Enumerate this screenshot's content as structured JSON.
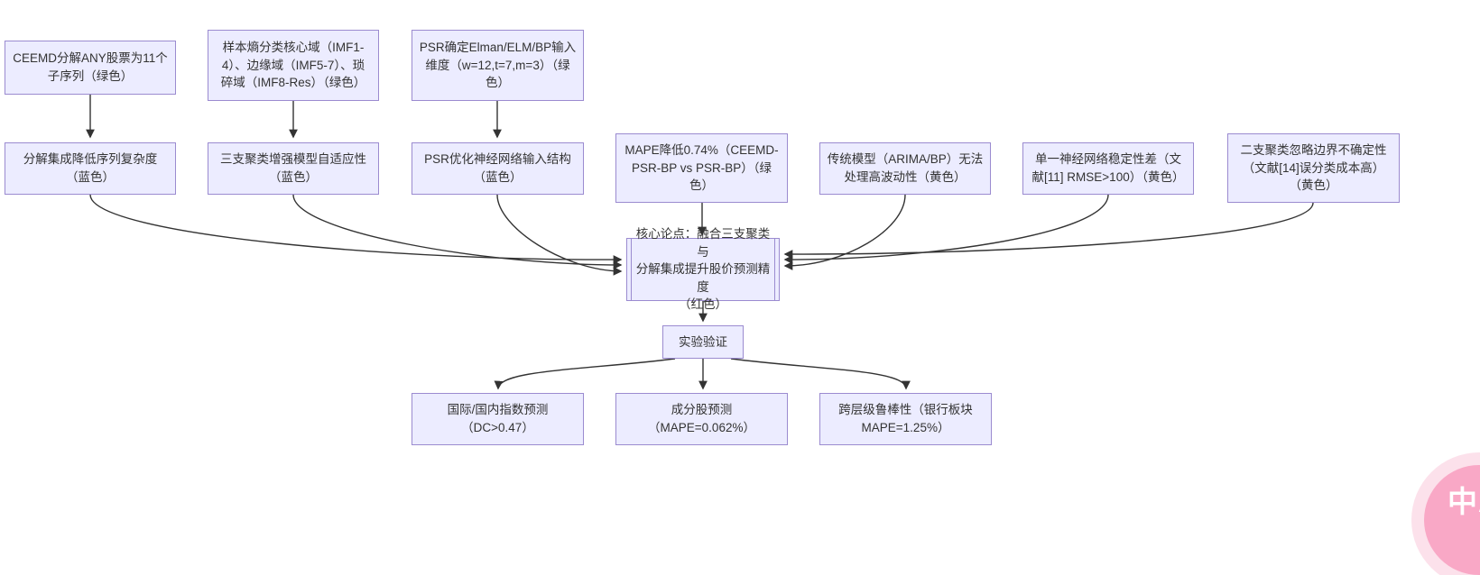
{
  "colors": {
    "node_fill": "#ECECFF",
    "node_border": "#9b8bd0",
    "node_text": "#333333",
    "edge_stroke": "#333333",
    "badge_pink": "#f9a8c6",
    "badge_halo": "#facdde",
    "background": "#ffffff"
  },
  "diagram": {
    "nodes": {
      "ceemd_decompose": {
        "label": "CEEMD分解ANY股票为11个\n子序列（绿色）"
      },
      "sample_entropy": {
        "label": "样本熵分类核心域（IMF1-\n4）、边缘域（IMF5-7）、琐\n碎域（IMF8-Res）（绿色）"
      },
      "psr_dimensions": {
        "label": "PSR确定Elman/ELM/BP输入\n维度（w=12,t=7,m=3）（绿\n色）"
      },
      "decompose_complexity": {
        "label": "分解集成降低序列复杂度\n（蓝色）"
      },
      "three_way_adaptive": {
        "label": "三支聚类增强模型自适应性\n（蓝色）"
      },
      "psr_optimize": {
        "label": "PSR优化神经网络输入结构\n（蓝色）"
      },
      "mape_reduce": {
        "label": "MAPE降低0.74%（CEEMD-\nPSR-BP vs PSR-BP）（绿\n色）"
      },
      "traditional_models": {
        "label": "传统模型（ARIMA/BP）无法\n处理高波动性（黄色）"
      },
      "single_nn_unstable": {
        "label": "单一神经网络稳定性差（文\n献[11] RMSE>100）（黄色）"
      },
      "two_way_boundary": {
        "label": "二支聚类忽略边界不确定性\n（文献[14]误分类成本高）\n（黄色）"
      },
      "core_thesis": {
        "label": "核心论点：融合三支聚类与\n分解集成提升股价预测精度\n（红色）"
      },
      "experiment": {
        "label": "实验验证"
      },
      "index_prediction": {
        "label": "国际/国内指数预测\n（DC>0.47）"
      },
      "constituent_prediction": {
        "label": "成分股预测\n（MAPE=0.062%）"
      },
      "cross_level_robust": {
        "label": "跨层级鲁棒性（银行板块\nMAPE=1.25%）"
      }
    },
    "badge": {
      "label": "中A"
    }
  }
}
